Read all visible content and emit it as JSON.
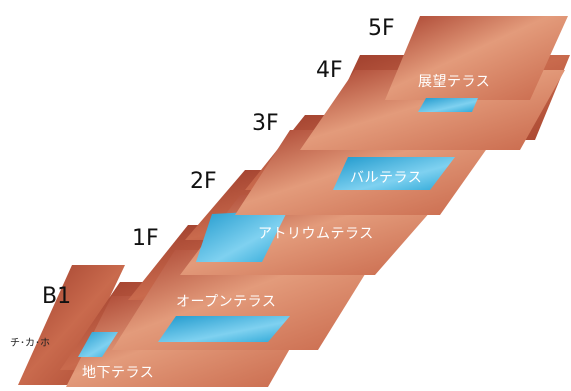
{
  "colors": {
    "slab_light": "#E39B7B",
    "slab_mid": "#C8674A",
    "slab_dark": "#A63E2C",
    "terrace_light": "#7FD1F0",
    "terrace_dark": "#1E98CC",
    "label_dark": "#111111",
    "label_light": "#FFFFFF"
  },
  "floors": {
    "f5": "5F",
    "f4": "4F",
    "f3": "3F",
    "f2": "2F",
    "f1": "1F",
    "b1": "B1"
  },
  "terraces": {
    "observation": "展望テラス",
    "balcony": "バルテラス",
    "atrium": "アトリウムテラス",
    "open": "オープンテラス",
    "underground": "地下テラス"
  },
  "side_label": "チ･カ･ホ"
}
